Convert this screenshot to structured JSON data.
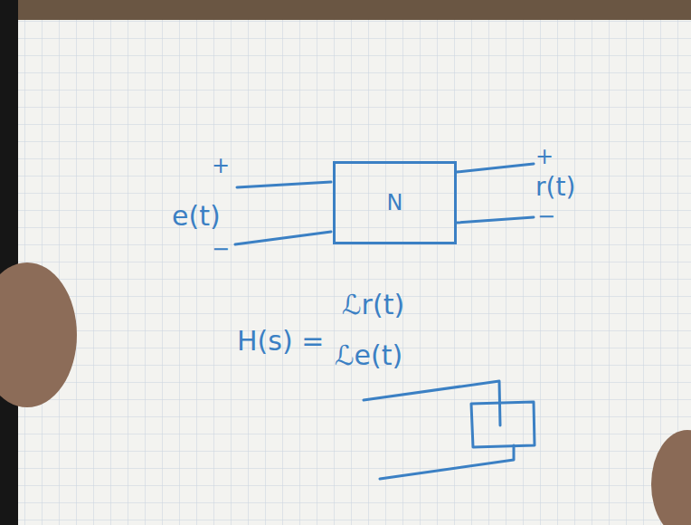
{
  "diagram": {
    "nodes": [
      {
        "text": [
          "N"
        ]
      }
    ],
    "labels": [
      "+",
      "e(t)",
      "−",
      "+",
      "r(t)",
      "−",
      "H(s) =",
      "ℒr(t)",
      "ℒe(t)"
    ]
  }
}
